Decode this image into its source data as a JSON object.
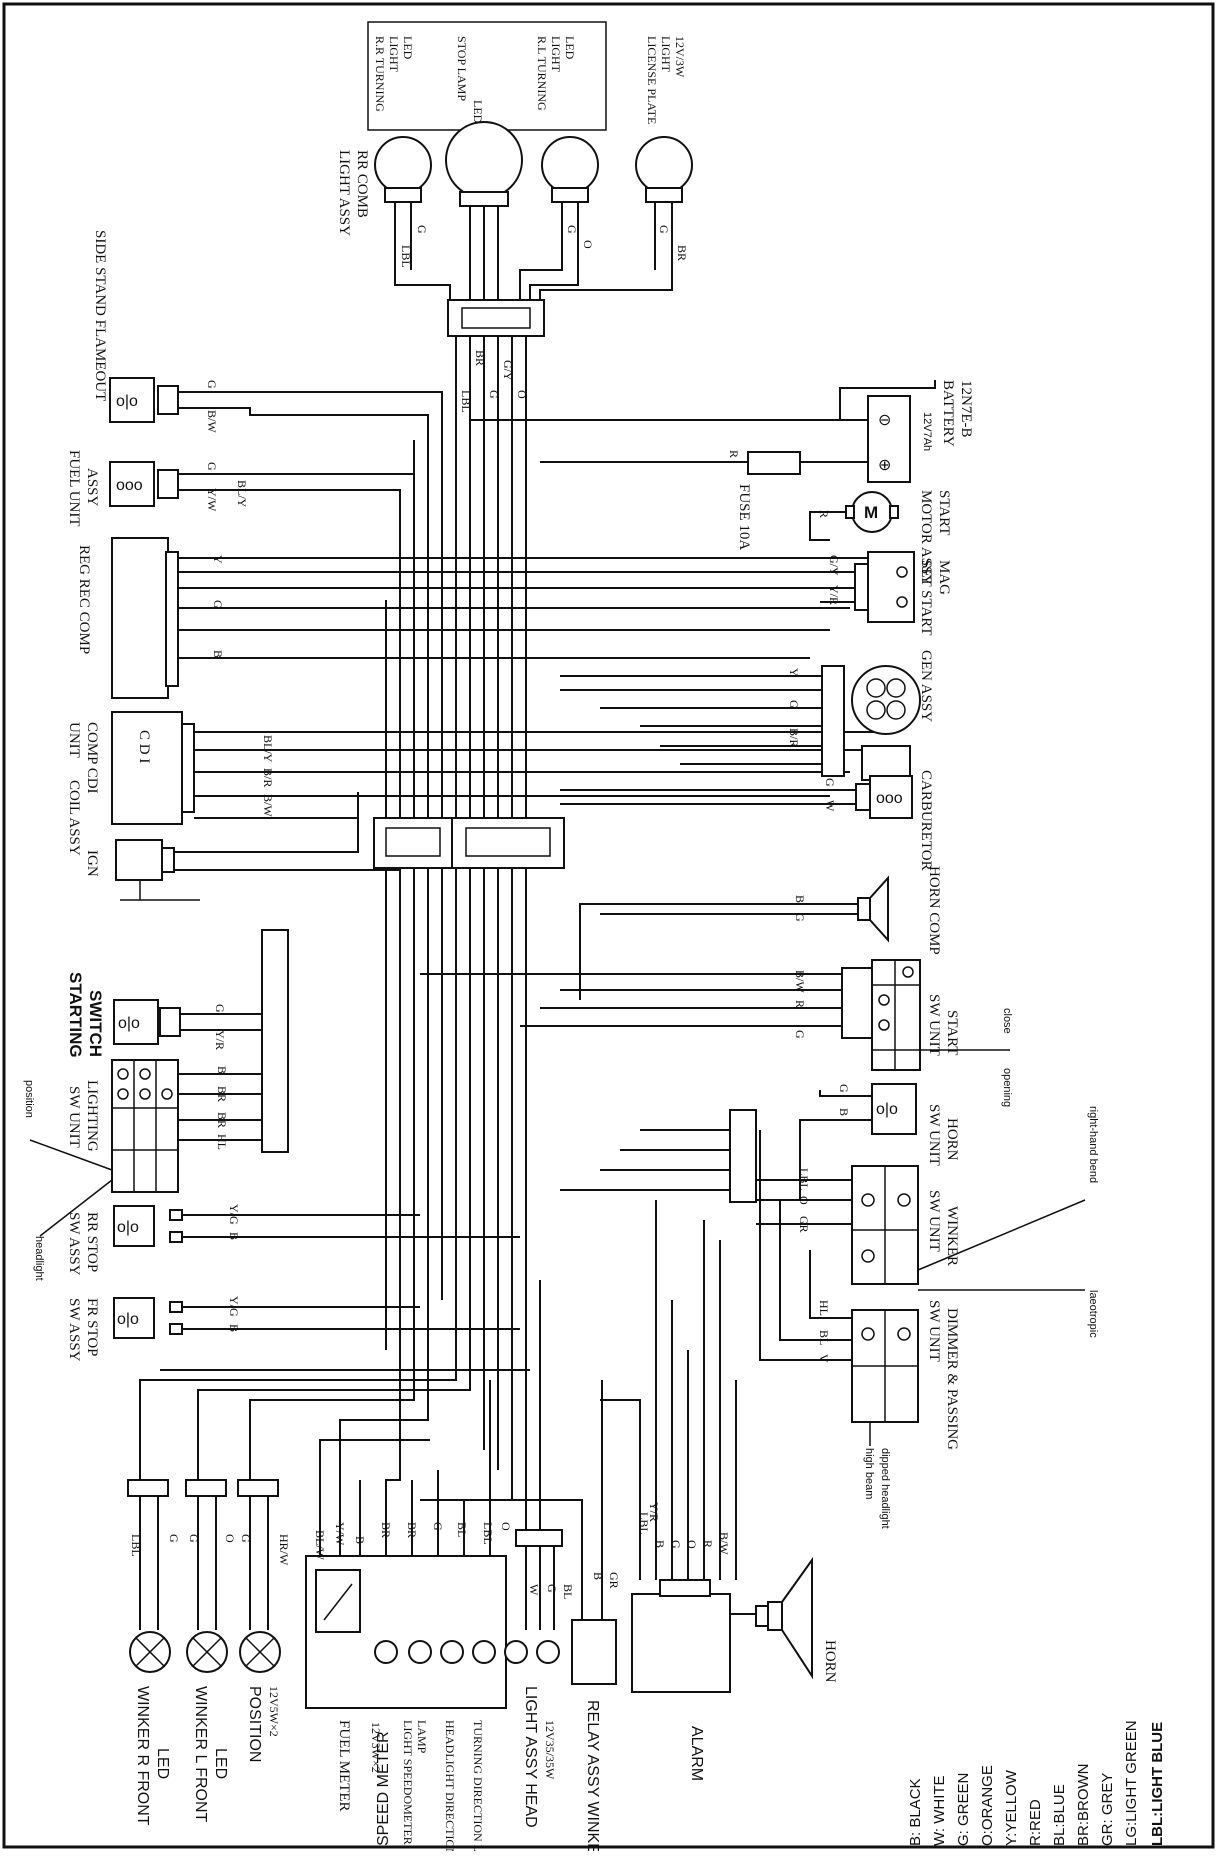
{
  "rear": {
    "light_assy": "LIGHT ASSY",
    "rr_comb": "RR COMB",
    "rr_turning": "R.R TURNING",
    "light": "LIGHT",
    "led": "LED",
    "stop_lamp": "STOP LAMP",
    "rl_turning": "R.L TURNING",
    "license_plate": "LICENSE PLATE",
    "license_spec": "12V/3W"
  },
  "components": {
    "side_stand": "SIDE STAND FLAMEOUT",
    "fuel_unit": "FUEL UNIT",
    "assy": "ASSY",
    "reg_rec": "REG REC COMP",
    "cdi_unit": "UNIT",
    "cdi_comp": "COMP CDI",
    "cdi_text": "C D I",
    "coil_assy": "COIL ASSY",
    "ign": "IGN",
    "battery": "BATTERY",
    "battery_type": "12N7E-B",
    "battery_cap": "12V7Ah",
    "fuse": "FUSE 10A",
    "motor_assy": "MOTOR ASSY",
    "start": "START",
    "set_start": "SET START",
    "mag": "MAG",
    "gen_assy": "GEN ASSY",
    "carburetor": "CARBURETOR",
    "horn_comp": "HORN COMP",
    "horn": "HORN",
    "alarm": "ALARM",
    "relay": "RELAY ASSY WINKER"
  },
  "switches": {
    "starting_1": "STARTING",
    "starting_2": "SWITCH",
    "sw_unit": "SW UNIT",
    "lighting": "LIGHTING",
    "position": "position",
    "headlight": "headlight",
    "sw_assy": "SW ASSY",
    "rr_stop": "RR STOP",
    "fr_stop": "FR STOP",
    "sw_start": "START",
    "close": "close",
    "opening": "opening",
    "sw_horn": "HORN",
    "winker": "WINKER",
    "right_bend": "right-hand bend",
    "dimmer": "DIMMER & PASSING",
    "laeotropic": "laeotropic",
    "high_beam": "high beam",
    "dipped": "dipped headlight"
  },
  "front": {
    "winker_r": "WINKER R FRONT",
    "winker_l": "WINKER L FRONT",
    "led": "LED",
    "position": "POSITION",
    "position_spec": "12V5W×2",
    "fuel_meter": "FUEL METER",
    "meter_spec": "12V3W×2",
    "light_speedometer": "LIGHT SPEEDOMETER",
    "lamp": "LAMP",
    "headlight_direction": "HEADLIGHT DIRECTION LAMP",
    "turning_direction": "TURNING DIRECTION LAMP",
    "speed_meter": "SPEED METER",
    "light_assy_head": "LIGHT ASSY HEAD",
    "head_spec": "12V35/35W"
  },
  "wires": {
    "LBL": "LBL",
    "G": "G",
    "O": "O",
    "BR": "BR",
    "GY": "G/Y",
    "BW": "B/W",
    "YW": "Y/W",
    "BLY": "BL/Y",
    "W": "W",
    "B": "B",
    "R": "R",
    "Y": "Y",
    "BR2": "B/R",
    "YR": "Y/R",
    "BL": "BL",
    "GR": "GR",
    "HRW": "HR/W",
    "HL": "HL",
    "BRR": "BR",
    "V": "V",
    "YG": "Y/G",
    "BLW": "BL/W"
  },
  "legend": [
    "B: BLACK",
    "W: WHITE",
    "G: GREEN",
    "O:ORANGE",
    "Y:YELLOW",
    "R:RED",
    "BL:BLUE",
    "BR:BROWN",
    "GR: GREY",
    "LG:LIGHT GREEN",
    "LBL:LIGHT BLUE"
  ]
}
